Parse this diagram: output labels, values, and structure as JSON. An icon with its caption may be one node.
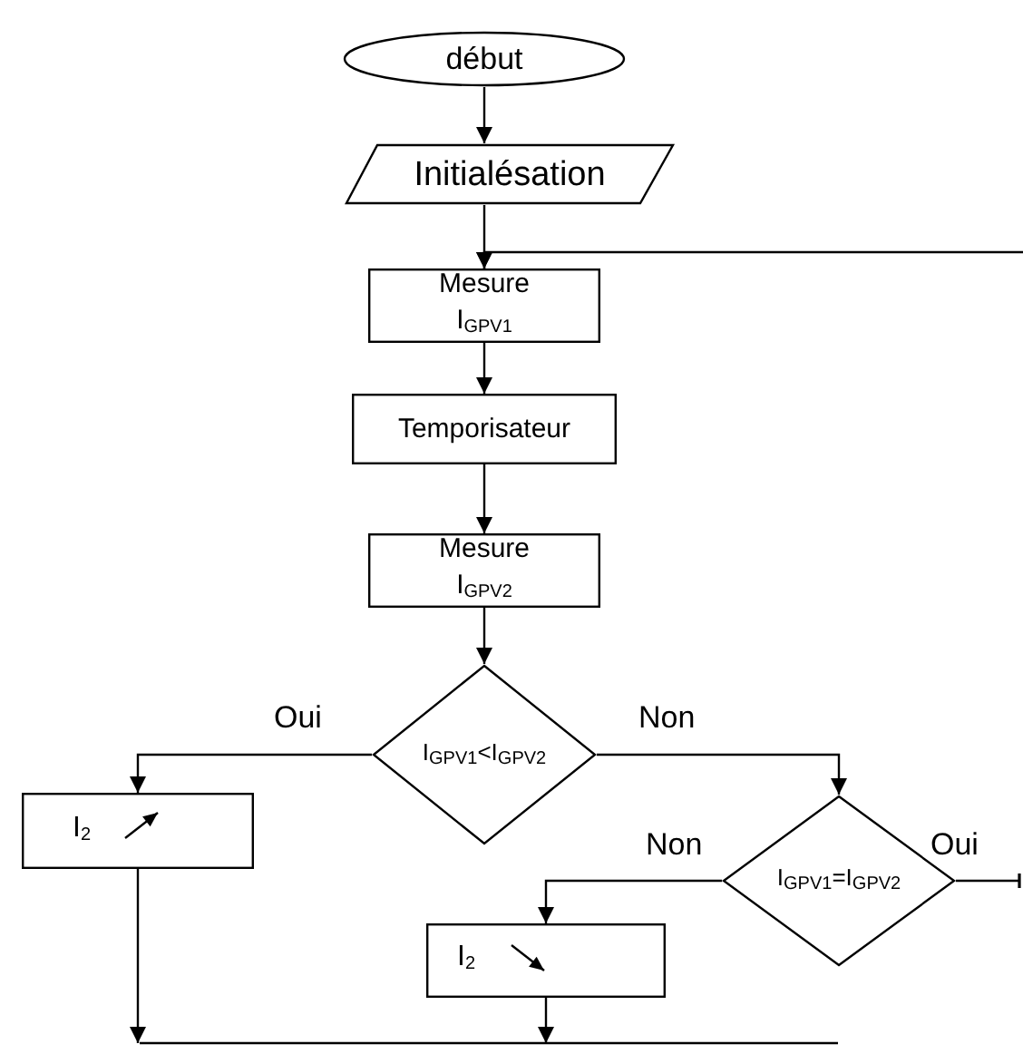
{
  "diagram": {
    "nodes": [
      {
        "text": [
          "début"
        ]
      },
      {
        "text": [
          "Initialésation"
        ]
      },
      {
        "text": [
          "Mesure",
          "I$_{GPV1}$"
        ]
      },
      {
        "text": [
          "Temporisateur"
        ]
      },
      {
        "text": [
          "Mesure",
          "I$_{GPV2}$"
        ]
      },
      {
        "text": [
          "I$_{GPV1}$<I$_{GPV2}$"
        ]
      },
      {
        "text": [
          "I$_{2}$"
        ]
      },
      {
        "text": [
          "I$_{GPV1}$=I$_{GPV2}$"
        ]
      },
      {
        "text": [
          "I$_{2}$"
        ]
      }
    ],
    "edges": [
      {
        "from": 0,
        "to": 1,
        "arrow": "to"
      },
      {
        "from": 1,
        "to": 2,
        "arrow": "to"
      },
      {
        "from": null,
        "to": 2,
        "arrow": "to"
      },
      {
        "from": 2,
        "to": 3,
        "arrow": "to"
      },
      {
        "from": 3,
        "to": 4,
        "arrow": "to"
      },
      {
        "from": 4,
        "to": 5,
        "arrow": "to"
      },
      {
        "from": 5,
        "to": 6,
        "label": "Oui",
        "arrow": "to"
      },
      {
        "from": 5,
        "to": 7,
        "label": "Non",
        "arrow": "to"
      },
      {
        "from": 7,
        "to": 8,
        "label": "Non",
        "arrow": "to"
      },
      {
        "from": 7,
        "to": null,
        "label": "Oui",
        "arrow": "other"
      },
      {
        "from": 6,
        "to": null,
        "arrow": "to"
      },
      {
        "from": 8,
        "to": null,
        "arrow": "to"
      }
    ]
  }
}
